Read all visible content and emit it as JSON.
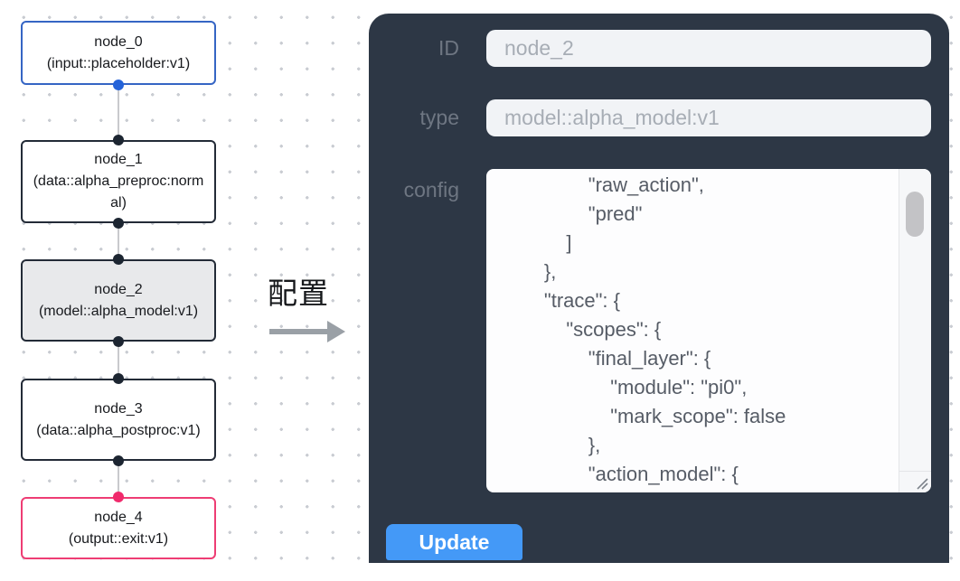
{
  "graph": {
    "nodes": [
      {
        "id": "node_0",
        "title": "node_0",
        "subtitle": "(input::placeholder:v1)"
      },
      {
        "id": "node_1",
        "title": "node_1",
        "subtitle": "(data::alpha_preproc:normal)"
      },
      {
        "id": "node_2",
        "title": "node_2",
        "subtitle": "(model::alpha_model:v1)",
        "selected": true
      },
      {
        "id": "node_3",
        "title": "node_3",
        "subtitle": "(data::alpha_postproc:v1)"
      },
      {
        "id": "node_4",
        "title": "node_4",
        "subtitle": "(output::exit:v1)"
      }
    ]
  },
  "annotation": {
    "label": "配置"
  },
  "panel": {
    "fields": {
      "id": {
        "label": "ID",
        "value": "node_2"
      },
      "type": {
        "label": "type",
        "value": "model::alpha_model:v1"
      },
      "config": {
        "label": "config",
        "value": "                \"raw_action\",\n                \"pred\"\n            ]\n        },\n        \"trace\": {\n            \"scopes\": {\n                \"final_layer\": {\n                    \"module\": \"pi0\",\n                    \"mark_scope\": false\n                },\n                \"action_model\": {"
      }
    },
    "update_button": "Update"
  },
  "colors": {
    "panel_background": "#2d3745",
    "input_node_border": "#3565c4",
    "input_port": "#2563d9",
    "default_node_border": "#232b37",
    "selected_node_fill": "#e8e9eb",
    "output_node_border": "#ee3d74",
    "output_port": "#f02a6c",
    "update_button": "#4499f7",
    "edge": "#c9cacd"
  }
}
